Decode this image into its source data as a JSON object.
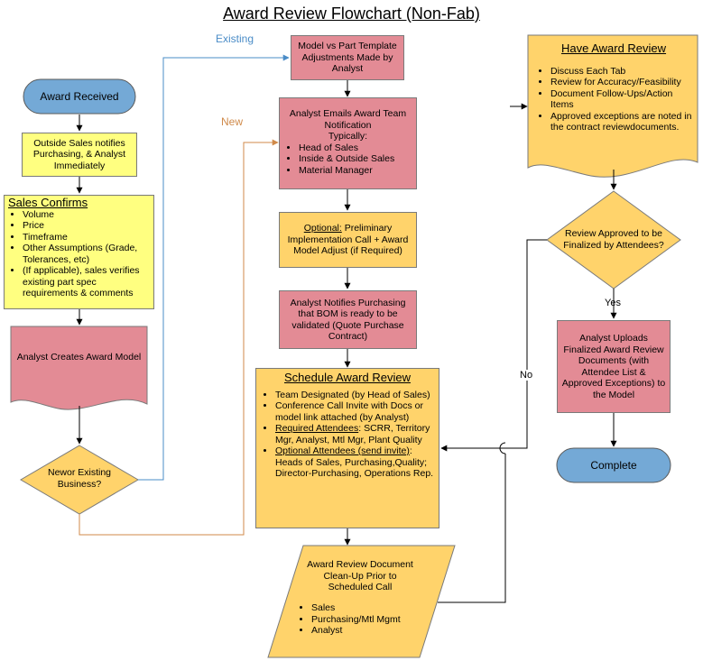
{
  "title": "Award Review Flowchart (Non-Fab)",
  "colors": {
    "yellow": "#ffff80",
    "pink": "#e38b95",
    "gold": "#ffd36b",
    "oval": "#74a9d6",
    "orange_line": "#d08a4a",
    "blue_line": "#4a8cc7"
  },
  "nodes": {
    "award_received": "Award Received",
    "outside_sales": "Outside Sales notifies Purchasing, & Analyst Immediately",
    "sales_confirms": {
      "title": "Sales Confirms",
      "items": [
        "Volume",
        "Price",
        "Timeframe",
        "Other Assumptions (Grade, Tolerances, etc)",
        "(If applicable), sales verifies existing part spec requirements & comments"
      ]
    },
    "analyst_creates": "Analyst Creates Award Model",
    "new_or_existing": "Newor Existing Business?",
    "model_vs_part": "Model vs Part Template Adjustments Made by Analyst",
    "analyst_emails": {
      "title": "Analyst Emails Award Team Notification",
      "sub": "Typically:",
      "items": [
        "Head of Sales",
        "Inside & Outside Sales",
        "Material Manager"
      ]
    },
    "optional_call": {
      "label": "Optional:",
      "text": " Preliminary Implementation Call + Award Model Adjust (if Required)"
    },
    "analyst_notifies": "Analyst Notifies Purchasing that BOM is ready to be validated (Quote Purchase Contract)",
    "schedule_review": {
      "title": "Schedule Award Review",
      "item1": "Team Designated (by Head of Sales)",
      "item2": "Conference Call Invite with Docs or model link attached (by Analyst)",
      "item3_label": "Required Attendees",
      "item3_text": ": SCRR, Territory Mgr, Analyst, Mtl Mgr, Plant Quality",
      "item4_label": "Optional Attendees (send invite)",
      "item4_text": ": Heads of Sales, Purchasing,Quality; Director-Purchasing, Operations Rep."
    },
    "cleanup": {
      "title": "Award Review Document Clean-Up Prior to Scheduled Call",
      "items": [
        "Sales",
        "Purchasing/Mtl Mgmt",
        "Analyst"
      ]
    },
    "have_review": {
      "title": "Have Award Review",
      "items": [
        "Discuss Each Tab",
        "Review for Accuracy/Feasibility",
        "Document Follow-Ups/Action Items",
        "Approved exceptions are noted in the contract reviewdocuments."
      ]
    },
    "review_approved": "Review Approved to be Finalized by Attendees?",
    "analyst_uploads": "Analyst Uploads Finalized Award Review Documents (with Attendee List & Approved Exceptions) to the Model",
    "complete": "Complete"
  },
  "edge_labels": {
    "existing": "Existing",
    "new": "New",
    "yes": "Yes",
    "no": "No"
  }
}
